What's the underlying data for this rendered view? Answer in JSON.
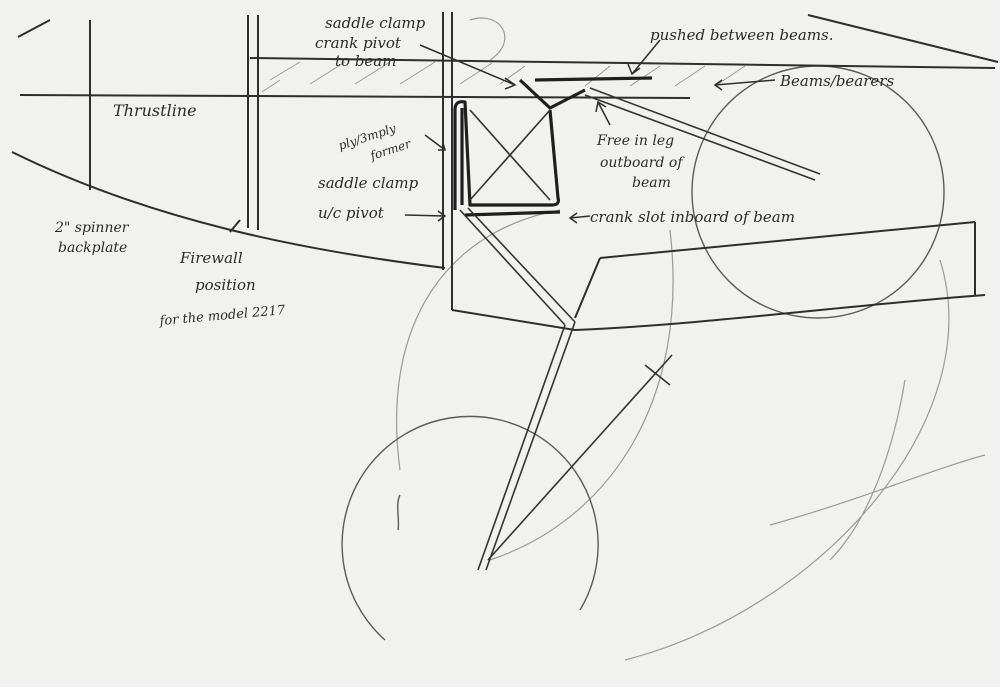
{
  "drawing": {
    "stroke_color": "#3a3a3a",
    "paper_color": "#f1f1f0",
    "labels": {
      "saddle_clamp_crank_pivot_line1": "saddle clamp",
      "saddle_clamp_crank_pivot_line2": "crank pivot",
      "saddle_clamp_crank_pivot_line3": "to beam",
      "pushed_between_beams": "pushed between beams.",
      "beams_bearers": "Beams/bearers",
      "thrustline": "Thrustline",
      "ply_former_line1": "ply/3mply",
      "ply_former_line2": "former",
      "free_in_leg_line1": "Free in leg",
      "free_in_leg_line2": "outboard of",
      "free_in_leg_line3": "beam",
      "saddle_clamp_uc_pivot_line1": "saddle clamp",
      "saddle_clamp_uc_pivot_line2": "u/c pivot",
      "crank_slot": "crank slot inboard of beam",
      "spinner_line1": "2\" spinner",
      "spinner_line2": "backplate",
      "firewall_line1": "Firewall",
      "firewall_line2": "position",
      "firewall_line3": "for the model 2217"
    }
  }
}
